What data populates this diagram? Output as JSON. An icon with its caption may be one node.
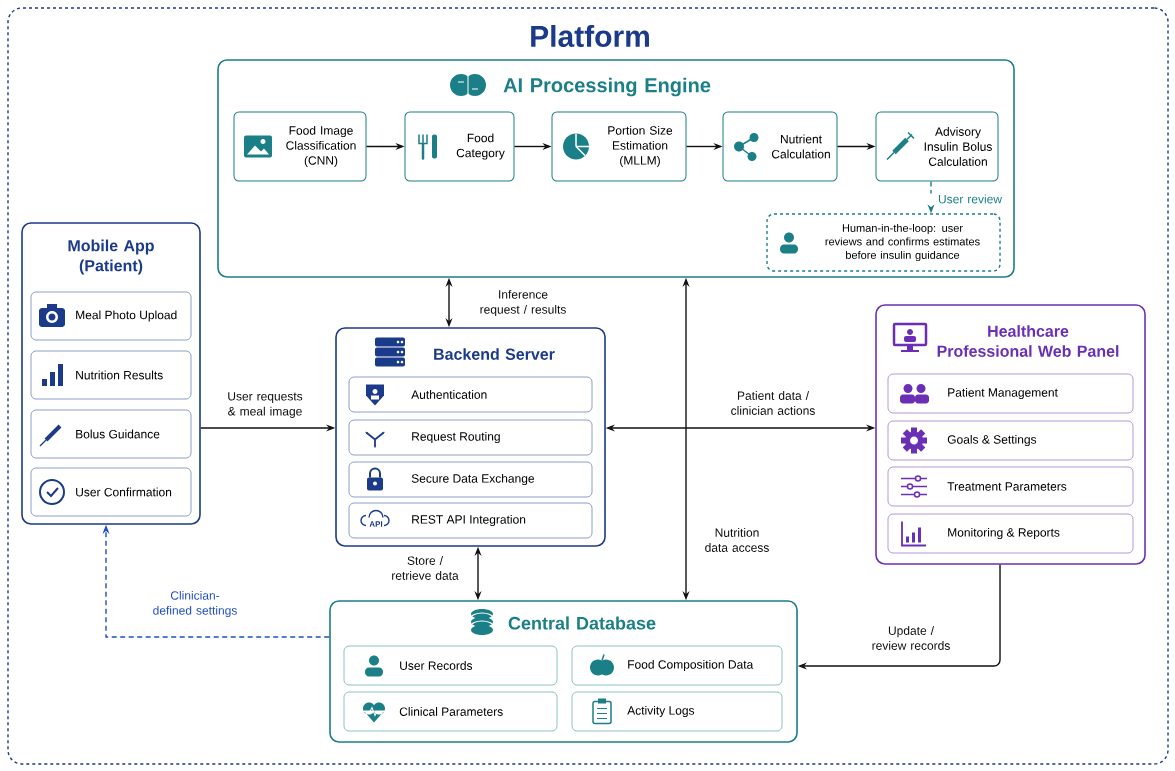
{
  "diagram": {
    "nodes": [
      {
        "text": [
          "Platform"
        ]
      },
      {
        "text": [
          "AI Processing Engine"
        ],
        "in": 0
      },
      {
        "text": [
          "Food Image Classification (CNN)"
        ],
        "in": 1
      },
      {
        "text": [
          "Food Category"
        ],
        "in": 1
      },
      {
        "text": [
          "Portion Size Estimation (MLLM)"
        ],
        "in": 1
      },
      {
        "text": [
          "Nutrient Calculation"
        ],
        "in": 1
      },
      {
        "text": [
          "Advisory Insulin Bolus Calculation"
        ],
        "in": 1
      },
      {
        "text": [
          "Human-in-the-loop: user reviews and confirms estimates before insulin guidance"
        ],
        "in": 1
      },
      {
        "text": [
          "Mobile App (Patient)"
        ],
        "in": 0
      },
      {
        "text": [
          "Meal Photo Upload"
        ],
        "in": 8
      },
      {
        "text": [
          "Nutrition Results"
        ],
        "in": 8
      },
      {
        "text": [
          "Bolus Guidance"
        ],
        "in": 8
      },
      {
        "text": [
          "User Confirmation"
        ],
        "in": 8
      },
      {
        "text": [
          "Backend Server"
        ],
        "in": 0
      },
      {
        "text": [
          "Authentication"
        ],
        "in": 13
      },
      {
        "text": [
          "Request Routing"
        ],
        "in": 13
      },
      {
        "text": [
          "Secure Data Exchange"
        ],
        "in": 13
      },
      {
        "text": [
          "REST API Integration"
        ],
        "in": 13
      },
      {
        "text": [
          "Healthcare Professional Web Panel"
        ],
        "in": 0
      },
      {
        "text": [
          "Patient Management"
        ],
        "in": 18
      },
      {
        "text": [
          "Goals & Settings"
        ],
        "in": 18
      },
      {
        "text": [
          "Treatment Parameters"
        ],
        "in": 18
      },
      {
        "text": [
          "Monitoring & Reports"
        ],
        "in": 18
      },
      {
        "text": [
          "Central Database"
        ],
        "in": 0
      },
      {
        "text": [
          "User Records"
        ],
        "in": 23
      },
      {
        "text": [
          "Food Composition Data"
        ],
        "in": 23
      },
      {
        "text": [
          "Clinical Parameters"
        ],
        "in": 23
      },
      {
        "text": [
          "Activity Logs"
        ],
        "in": 23
      }
    ],
    "edges": [
      {
        "from": 2,
        "to": 3,
        "arrow": "to"
      },
      {
        "from": 3,
        "to": 4,
        "arrow": "to"
      },
      {
        "from": 4,
        "to": 5,
        "arrow": "to"
      },
      {
        "from": 5,
        "to": 6,
        "arrow": "to"
      },
      {
        "from": 6,
        "to": 7,
        "arrow": "to",
        "label": "User review",
        "style": "dashed",
        "color": "#1a7f86"
      },
      {
        "from": 1,
        "to": 13,
        "arrow": "both",
        "label": "Inference request / results"
      },
      {
        "from": 8,
        "to": 13,
        "arrow": "to",
        "label": "User requests & meal image"
      },
      {
        "from": 13,
        "to": 18,
        "arrow": "both",
        "label": "Patient data / clinician actions"
      },
      {
        "from": 1,
        "to": 23,
        "arrow": "both",
        "label": "Nutrition data access"
      },
      {
        "from": 13,
        "to": 23,
        "arrow": "both",
        "label": "Store / retrieve data"
      },
      {
        "from": 18,
        "to": 23,
        "arrow": "to",
        "label": "Update / review records"
      },
      {
        "from": 23,
        "to": 8,
        "arrow": "to",
        "label": "Clinician-defined settings",
        "style": "dashed",
        "color": "#1f4fbf"
      }
    ],
    "labels": [
      "API"
    ]
  }
}
